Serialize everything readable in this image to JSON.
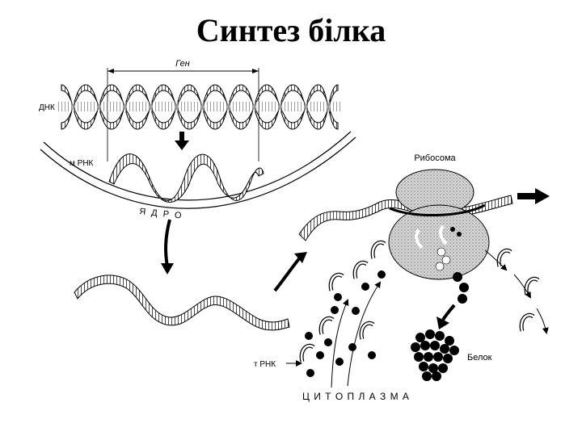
{
  "title": "Синтез білка",
  "labels": {
    "gene": "Ген",
    "dna": "ДНК",
    "mrna": "м РНК",
    "nucleus": "Я Д Р О",
    "ribosome": "Рибосома",
    "trna": "т РНК",
    "protein": "Белок",
    "cytoplasm": "Ц И Т О П Л А З М А"
  }
}
